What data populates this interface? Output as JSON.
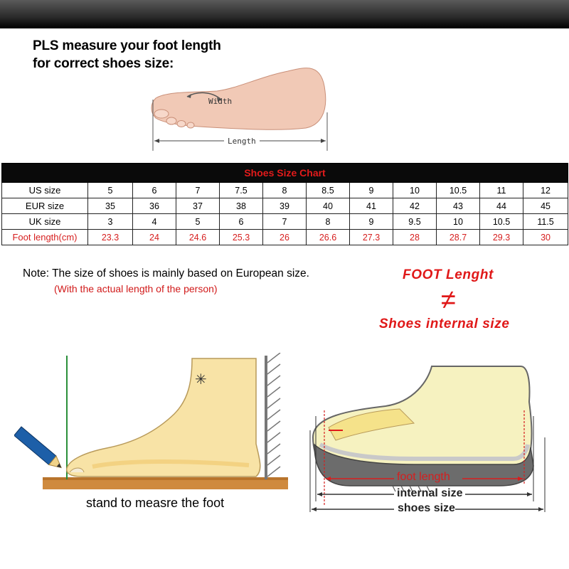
{
  "instruction": {
    "line1": "PLS measure your foot length",
    "line2": "for correct shoes size:"
  },
  "foot_diagram": {
    "width_label": "Width",
    "length_label": "Length"
  },
  "size_chart": {
    "title": "Shoes Size Chart",
    "rows": [
      {
        "label": "US size",
        "values": [
          "5",
          "6",
          "7",
          "7.5",
          "8",
          "8.5",
          "9",
          "10",
          "10.5",
          "11",
          "12"
        ]
      },
      {
        "label": "EUR size",
        "values": [
          "35",
          "36",
          "37",
          "38",
          "39",
          "40",
          "41",
          "42",
          "43",
          "44",
          "45"
        ]
      },
      {
        "label": "UK size",
        "values": [
          "3",
          "4",
          "5",
          "6",
          "7",
          "8",
          "9",
          "9.5",
          "10",
          "10.5",
          "11.5"
        ]
      },
      {
        "label": "Foot length(cm)",
        "values": [
          "23.3",
          "24",
          "24.6",
          "25.3",
          "26",
          "26.6",
          "27.3",
          "28",
          "28.7",
          "29.3",
          "30"
        ]
      }
    ]
  },
  "note": {
    "text": "Note: The size of shoes is mainly based on European size.",
    "sub": "(With the actual length of the person)"
  },
  "comparison": {
    "top": "FOOT Lenght",
    "symbol": "≠",
    "bottom": "Shoes internal size"
  },
  "measure_caption": "stand to measre the foot",
  "shoe_labels": {
    "foot_length": "foot length",
    "internal_size": "internal size",
    "shoes_size": "shoes size"
  },
  "colors": {
    "accent_red": "#e01818",
    "foot_fill": "#f8e3a6",
    "pencil_blue": "#1d5fa8"
  }
}
